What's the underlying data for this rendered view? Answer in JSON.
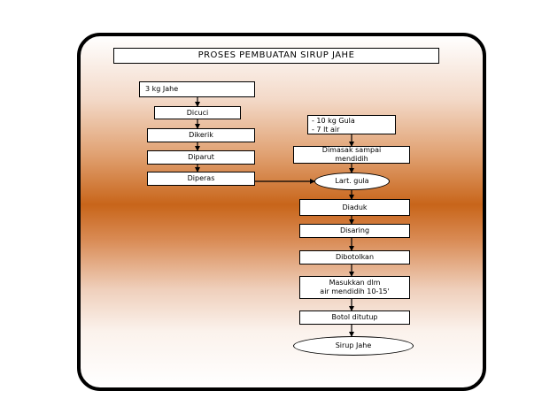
{
  "title": "PROSES  PEMBUATAN  SIRUP JAHE",
  "nodes": {
    "jahe": "3 kg Jahe",
    "dicuci": "Dicuci",
    "dikerik": "Dikerik",
    "diparut": "Diparut",
    "diperas": "Diperas",
    "gula_air": "- 10 kg Gula\n- 7 lt air",
    "dimasak": "Dimasak sampai\nmendidih",
    "larutan": "Lart. gula",
    "diaduk": "Diaduk",
    "disaring": "Disaring",
    "dibotolkan": "Dibotolkan",
    "masukkan": "Masukkan dlm\nair mendidih 10-15'",
    "botol_ditutup": "Botol ditutup",
    "sirup": "Sirup Jahe"
  }
}
